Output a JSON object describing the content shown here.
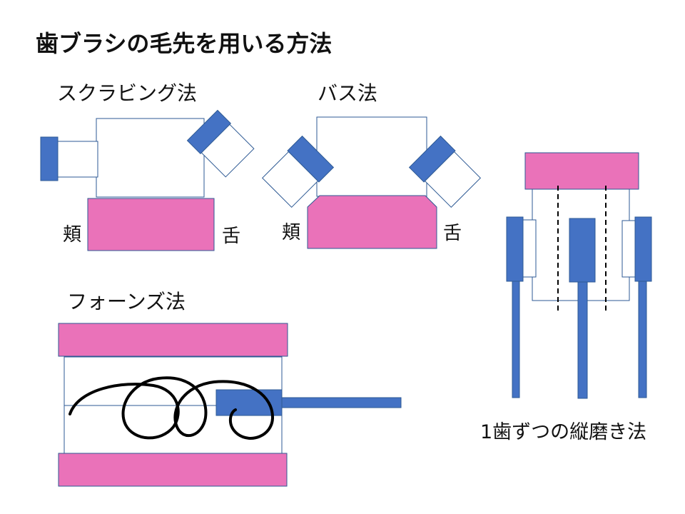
{
  "title": "歯ブラシの毛先を用いる方法",
  "methods": {
    "scrubbing": {
      "label": "スクラビング法",
      "left": "頬",
      "right": "舌"
    },
    "bass": {
      "label": "バス法",
      "left": "頬",
      "right": "舌"
    },
    "fones": {
      "label": "フォーンズ法"
    },
    "vertical": {
      "label": "1歯ずつの縦磨き法"
    }
  },
  "colors": {
    "gum": "#EA72B9",
    "brush_head": "#4472C4",
    "tooth_outline": "#2E5A94",
    "text": "#111111",
    "stroke": "#000000"
  }
}
